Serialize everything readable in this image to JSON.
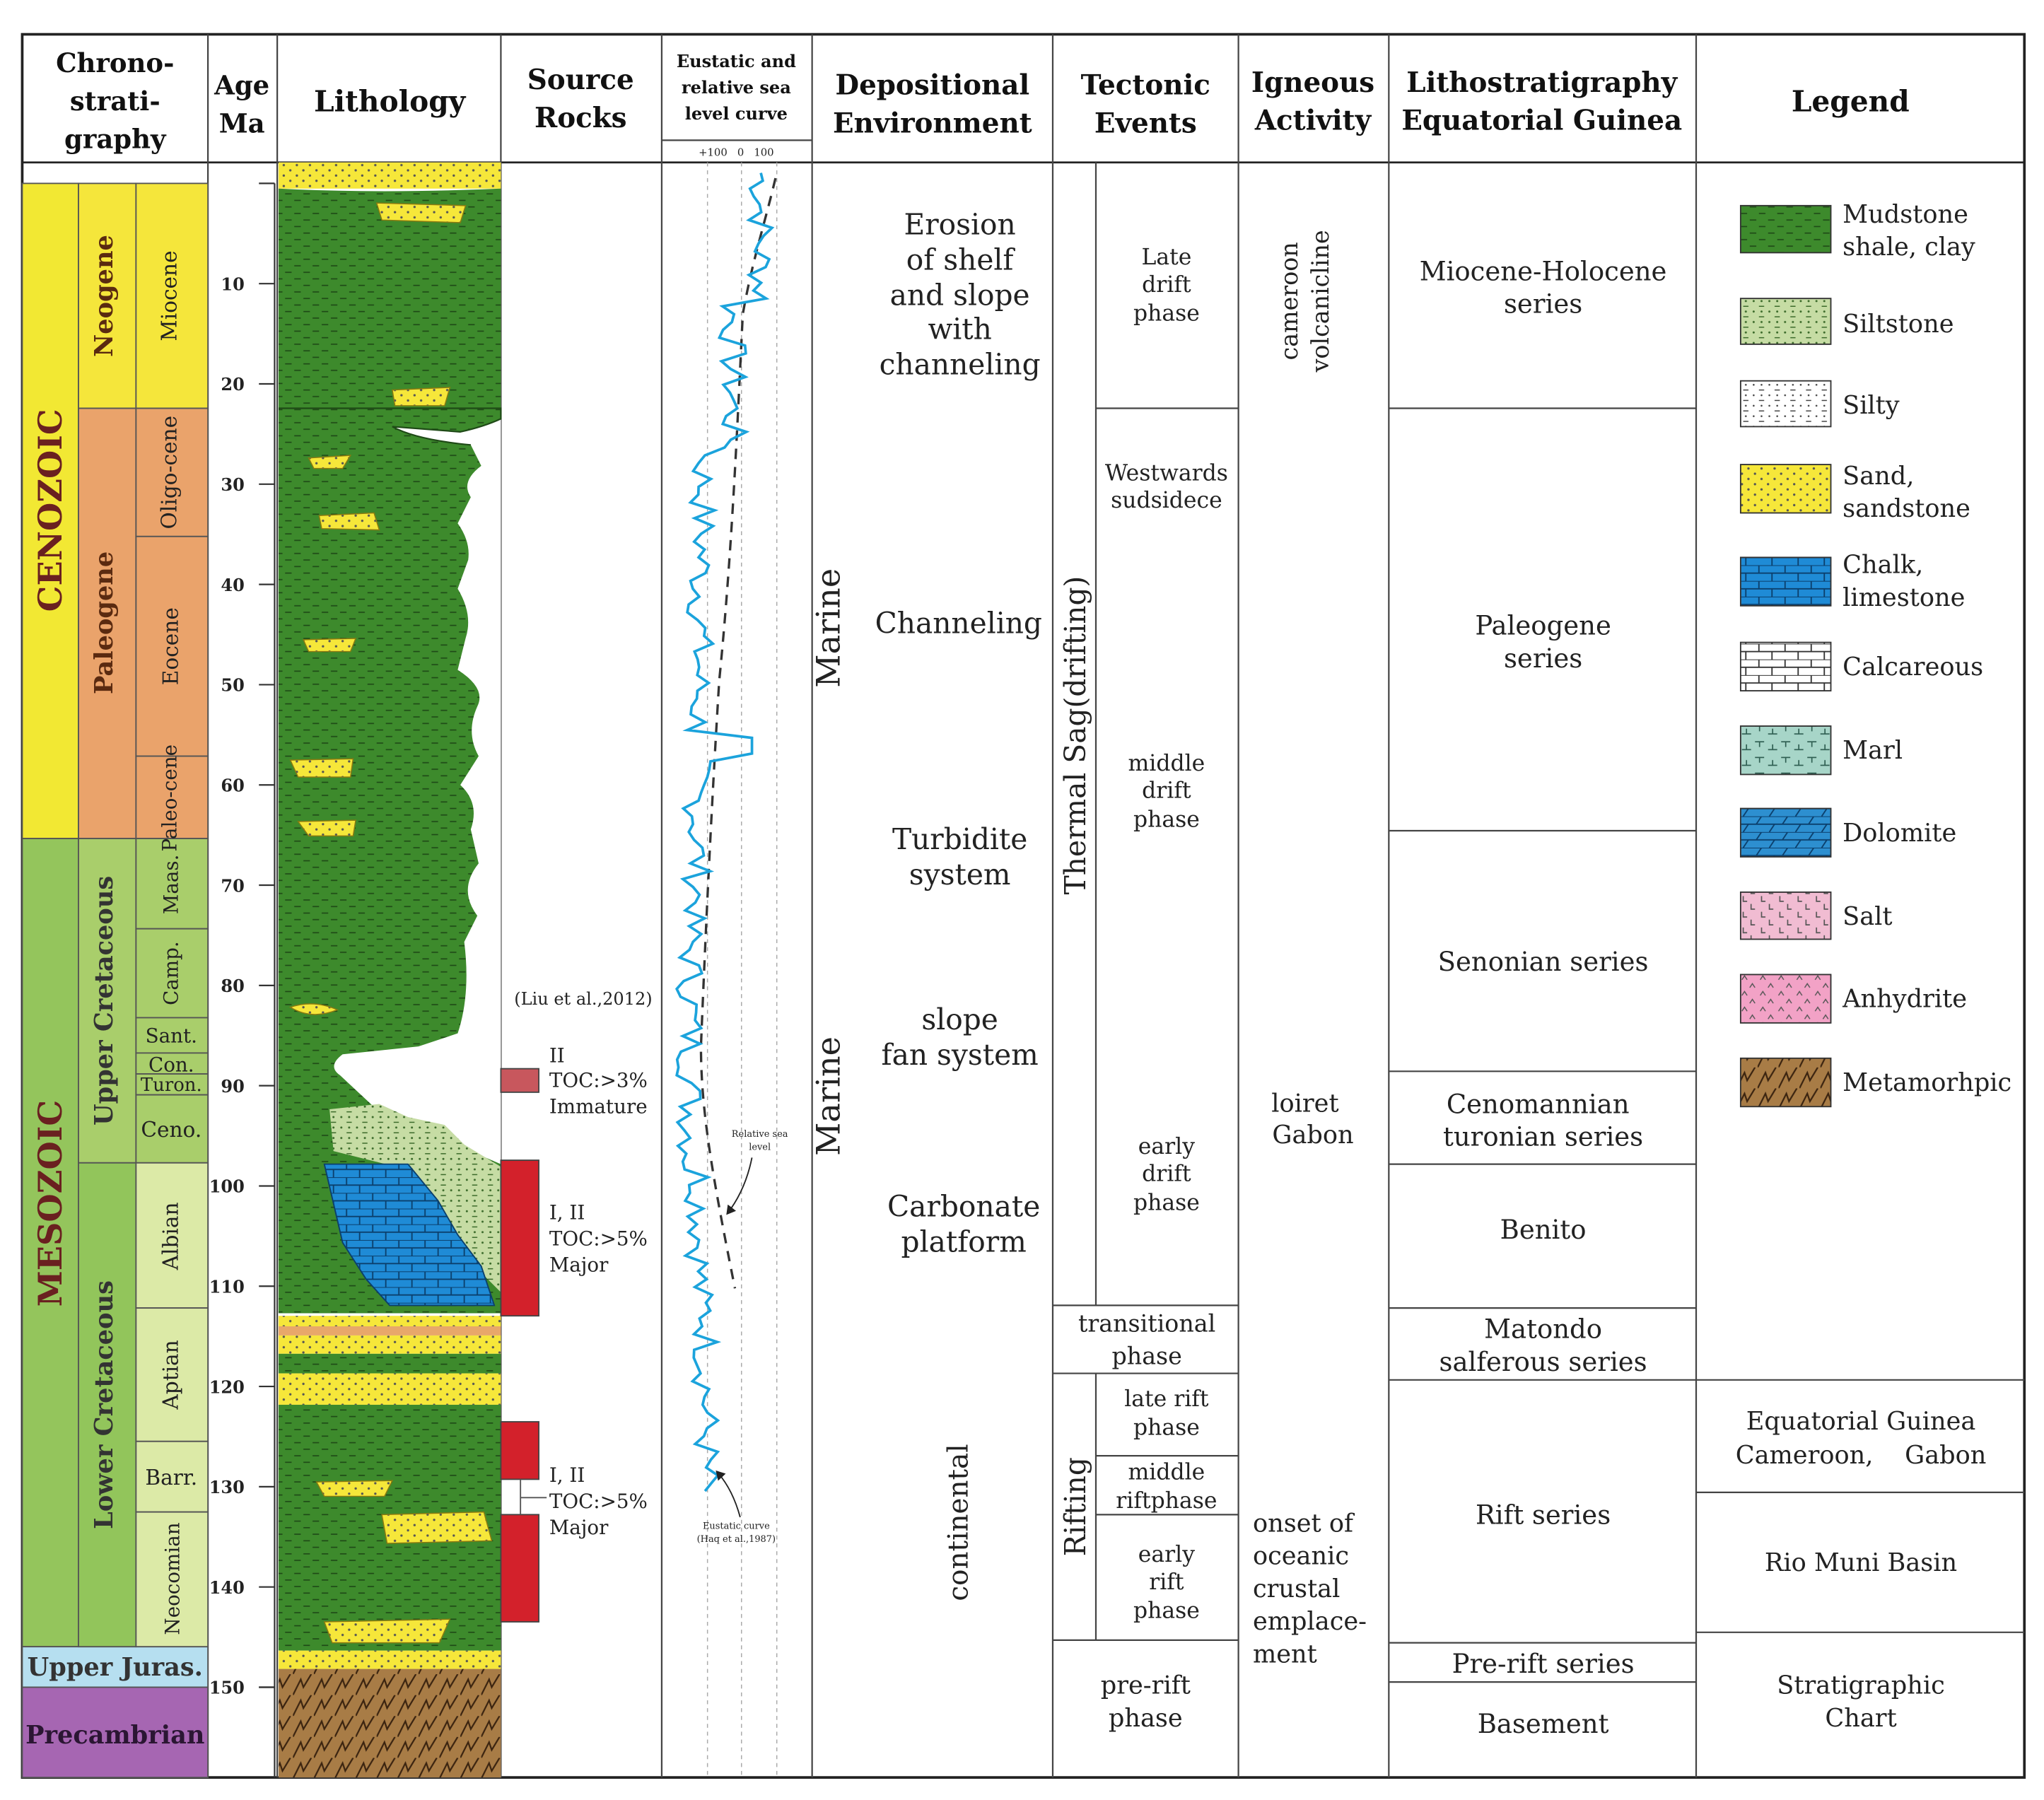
{
  "headers": {
    "chrono": [
      "Chrono-",
      "strati-",
      "graphy"
    ],
    "age": [
      "Age",
      "Ma"
    ],
    "lithology": "Lithology",
    "source": [
      "Source",
      "Rocks"
    ],
    "sealevel": [
      "Eustatic and",
      "relative sea",
      "level curve"
    ],
    "sealevel_scale": "+100   0   100",
    "depositional": [
      "Depositional",
      "Environment"
    ],
    "tectonic": [
      "Tectonic",
      "Events"
    ],
    "igneous": [
      "Igneous",
      "Activity"
    ],
    "litho": [
      "Lithostratigraphy",
      "Equatorial Guinea"
    ],
    "legend": "Legend"
  },
  "eras": [
    "CENOZOIC",
    "MESOZOIC",
    "Upper Juras.",
    "Precambrian"
  ],
  "periods": [
    "Neogene",
    "Paleogene",
    "Upper Cretaceous",
    "Lower Cretaceous"
  ],
  "epochs": [
    "Miocene",
    "Oligo-cene",
    "Eocene",
    "Paleo-cene",
    "Maas.",
    "Camp.",
    "Sant.",
    "Con.",
    "Turon.",
    "Ceno.",
    "Albian",
    "Aptian",
    "Barr.",
    "Neocomian"
  ],
  "age_ticks": [
    "10",
    "20",
    "30",
    "40",
    "50",
    "60",
    "70",
    "80",
    "90",
    "100",
    "110",
    "120",
    "130",
    "140",
    "150"
  ],
  "source_rocks": {
    "citation": "(Liu et al.,2012)",
    "s1": [
      "II",
      "TOC:>3%",
      "Immature"
    ],
    "s2": [
      "I, II",
      "TOC:>5%",
      "Major"
    ],
    "s3": [
      "I, II",
      "TOC:>5%",
      "Major"
    ]
  },
  "sealevel_annotations": {
    "relative": [
      "Relative sea",
      "level"
    ],
    "eustatic": [
      "Eustatic curve",
      "(Haq et al.,1987)"
    ]
  },
  "depositional": {
    "marine": "Marine",
    "env1": [
      "Erosion",
      "of shelf",
      "and slope",
      "with",
      "channeling"
    ],
    "env2": "Channeling",
    "env3": [
      "Turbidite",
      "system"
    ],
    "env4": [
      "slope",
      "fan system"
    ],
    "env5": [
      "Carbonate",
      "platform"
    ],
    "continental": "continental"
  },
  "tectonic": {
    "thermal_sag": "Thermal Sag(drifting)",
    "late_drift": [
      "Late",
      "drift",
      "phase"
    ],
    "westwards": [
      "Westwards",
      "sudsidece"
    ],
    "middle_drift": [
      "middle",
      "drift",
      "phase"
    ],
    "early_drift": [
      "early",
      "drift",
      "phase"
    ],
    "transitional": [
      "transitional",
      "phase"
    ],
    "rifting": "Rifting",
    "late_rift": [
      "late rift",
      "phase"
    ],
    "middle_rift": [
      "middle",
      "riftphase"
    ],
    "early_rift": [
      "early",
      "rift",
      "phase"
    ],
    "pre_rift": [
      "pre-rift",
      "phase"
    ]
  },
  "igneous": {
    "cameroon": [
      "cameroon",
      "volcanicline"
    ],
    "loiret": [
      "loiret",
      "Gabon"
    ],
    "onset": [
      "onset of",
      "oceanic",
      "crustal",
      "emplace-",
      "ment"
    ]
  },
  "litho": {
    "miocene": [
      "Miocene-Holocene",
      "series"
    ],
    "paleogene": [
      "Paleogene",
      "series"
    ],
    "senonian": "Senonian series",
    "cenomanian": [
      "Cenomannian",
      "turonian series"
    ],
    "benito": "Benito",
    "matondo": [
      "Matondo",
      "salferous series"
    ],
    "rift": "Rift series",
    "prerift": "Pre-rift series",
    "basement": "Basement"
  },
  "legend": {
    "items": [
      [
        "Mudstone",
        "shale, clay"
      ],
      [
        "Siltstone"
      ],
      [
        "Silty"
      ],
      [
        "Sand,",
        "sandstone"
      ],
      [
        "Chalk,",
        "limestone"
      ],
      [
        "Calcareous"
      ],
      [
        "Marl"
      ],
      [
        "Dolomite"
      ],
      [
        "Salt"
      ],
      [
        "Anhydrite"
      ],
      [
        "Metamorhpic"
      ]
    ],
    "region": [
      "Equatorial Guinea",
      "Cameroon,    Gabon"
    ],
    "basin": "Rio Muni Basin",
    "chart": [
      "Stratigraphic",
      "Chart"
    ]
  },
  "colors": {
    "mudstone": "#3d8a2c",
    "sand": "#f6e73a",
    "siltstone": "#c6dca4",
    "limestone": "#1f8bd6",
    "dolomite": "#2d8fd0",
    "marl": "#a7d5c8",
    "salt": "#f1bcd2",
    "anhydrite": "#f2a2c6",
    "metamorphic": "#a87c46",
    "cenozoic": "#f2e833",
    "mesozoic": "#94c55c",
    "neogene": "#f5e63b",
    "paleogene": "#eaa36b",
    "upper_cret": "#a9ce6b",
    "lower_cret": "#92c35b",
    "jurassic": "#b6dff0",
    "precambrian": "#a666b2",
    "source_red": "#d3212b",
    "source_pink": "#c8575d",
    "curve": "#1ba3dc"
  }
}
